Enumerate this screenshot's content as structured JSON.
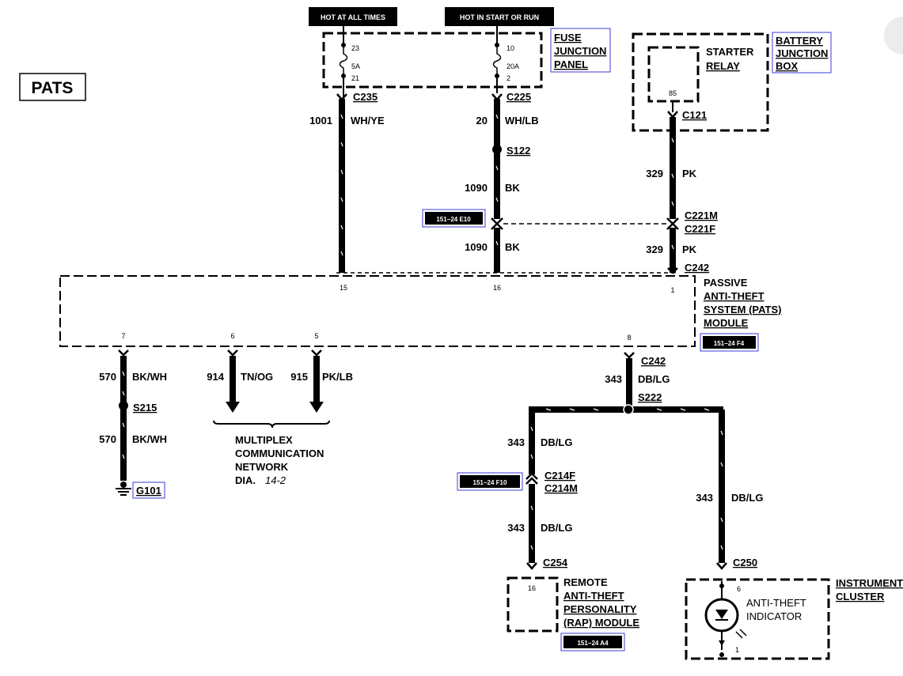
{
  "page_label": "PATS",
  "power_labels": {
    "hot_at_all_times": "HOT AT ALL TIMES",
    "hot_in_start_or_run": "HOT IN START OR RUN"
  },
  "fuse_junction_panel": {
    "name_lines": [
      "FUSE",
      "JUNCTION",
      "PANEL"
    ],
    "fuse1": {
      "top_pin": "23",
      "rating": "5A",
      "bottom_pin": "21"
    },
    "fuse2": {
      "top_pin": "10",
      "rating": "20A",
      "bottom_pin": "2"
    }
  },
  "battery_junction_box": {
    "name_lines": [
      "BATTERY",
      "JUNCTION",
      "BOX"
    ],
    "relay_lines": [
      "STARTER",
      "RELAY"
    ],
    "relay_pin": "85"
  },
  "connectors": {
    "c235": "C235",
    "c225": "C225",
    "c121": "C121",
    "s122": "S122",
    "c221m": "C221M",
    "c221f": "C221F",
    "c242_top": "C242",
    "c242_bottom": "C242",
    "s215": "S215",
    "s222": "S222",
    "g101": "G101",
    "c214f": "C214F",
    "c214m": "C214M",
    "c254": "C254",
    "c250": "C250"
  },
  "wires": {
    "w1001": {
      "circuit": "1001",
      "color": "WH/YE"
    },
    "w20": {
      "circuit": "20",
      "color": "WH/LB"
    },
    "w1090a": {
      "circuit": "1090",
      "color": "BK"
    },
    "w1090b": {
      "circuit": "1090",
      "color": "BK"
    },
    "w329a": {
      "circuit": "329",
      "color": "PK"
    },
    "w329b": {
      "circuit": "329",
      "color": "PK"
    },
    "w570a": {
      "circuit": "570",
      "color": "BK/WH"
    },
    "w570b": {
      "circuit": "570",
      "color": "BK/WH"
    },
    "w914": {
      "circuit": "914",
      "color": "TN/OG"
    },
    "w915": {
      "circuit": "915",
      "color": "PK/LB"
    },
    "w343a": {
      "circuit": "343",
      "color": "DB/LG"
    },
    "w343b": {
      "circuit": "343",
      "color": "DB/LG"
    },
    "w343c": {
      "circuit": "343",
      "color": "DB/LG"
    },
    "w343d": {
      "circuit": "343",
      "color": "DB/LG"
    }
  },
  "pats_module": {
    "name_lines": [
      "PASSIVE",
      "ANTI-THEFT",
      "SYSTEM (PATS)",
      "MODULE"
    ],
    "pins_top": [
      "15",
      "16",
      "1"
    ],
    "pins_bottom": [
      "7",
      "6",
      "5",
      "8"
    ]
  },
  "multiplex": {
    "lines": [
      "MULTIPLEX",
      "COMMUNICATION",
      "NETWORK"
    ],
    "dia_prefix": "DIA.",
    "dia_ref": "14-2"
  },
  "rap_module": {
    "name_lines": [
      "REMOTE",
      "ANTI-THEFT",
      "PERSONALITY",
      "(RAP) MODULE"
    ],
    "pin": "16"
  },
  "instrument_cluster": {
    "name_lines": [
      "INSTRUMENT",
      "CLUSTER"
    ],
    "indicator_lines": [
      "ANTI-THEFT",
      "INDICATOR"
    ],
    "pin_top": "6",
    "pin_bottom": "1"
  },
  "ref_tags": {
    "e10": "151−24 E10",
    "f4": "151−24 F4",
    "f10": "151−24 F10",
    "a4": "151−24 A4"
  },
  "colors": {
    "ink": "#000000",
    "link_box": "#3b3bd6",
    "background": "#ffffff"
  }
}
